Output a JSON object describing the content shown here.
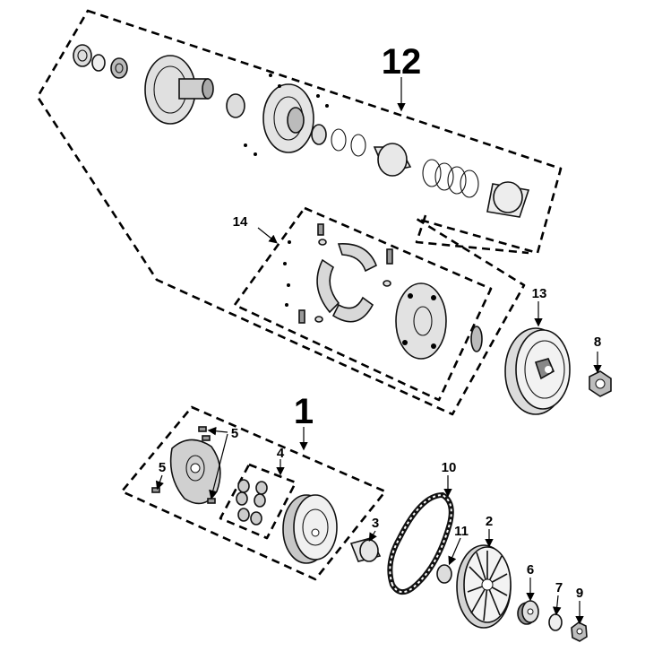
{
  "callouts": {
    "c1": "1",
    "c2": "2",
    "c3": "3",
    "c4": "4",
    "c5a": "5",
    "c5b": "5",
    "c6": "6",
    "c7": "7",
    "c8": "8",
    "c9": "9",
    "c10": "10",
    "c11": "11",
    "c12": "12",
    "c13": "13",
    "c14": "14"
  },
  "colors": {
    "ink": "#000000",
    "part_fill": "#e6e6e6",
    "part_dark": "#7a7a7a",
    "background": "#ffffff"
  }
}
